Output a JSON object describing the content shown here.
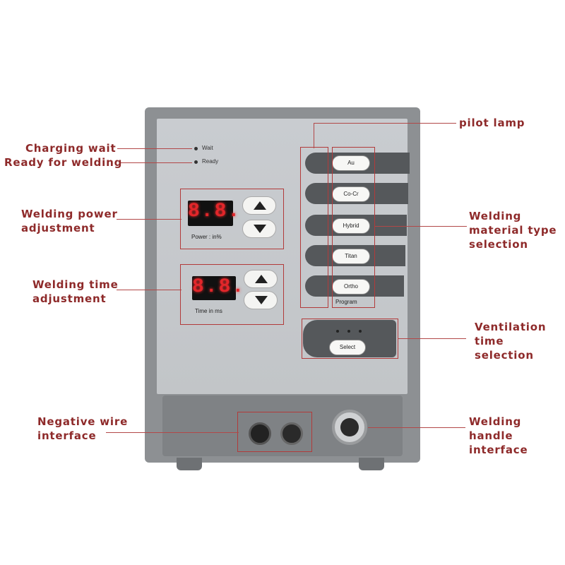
{
  "callouts": {
    "charging_wait": "Charging wait",
    "ready_for_welding": "Ready for welding",
    "welding_power_line1": "Welding power",
    "welding_power_line2": "adjustment",
    "welding_time_line1": "Welding time",
    "welding_time_line2": "adjustment",
    "negative_wire_line1": "Negative wire",
    "negative_wire_line2": "interface",
    "pilot_lamp": "pilot lamp",
    "material_line1": "Welding",
    "material_line2": "material type",
    "material_line3": "selection",
    "ventilation_line1": "Ventilation",
    "ventilation_line2": "time",
    "ventilation_line3": "selection",
    "handle_line1": "Welding",
    "handle_line2": "handle",
    "handle_line3": "interface"
  },
  "panel": {
    "wait_label": "Wait",
    "ready_label": "Ready",
    "power_display": "8.8.",
    "power_caption": "Power : in%",
    "time_display": "8.8.",
    "time_caption": "Time  in  ms",
    "materials": [
      "Au",
      "Co-Cr",
      "Hybrid",
      "Titan",
      "Ortho"
    ],
    "program_label": "Program",
    "select_label": "Select"
  },
  "colors": {
    "annotation": "#8e2a2a",
    "led_red": "#e2262a",
    "housing": "#8d9093"
  }
}
